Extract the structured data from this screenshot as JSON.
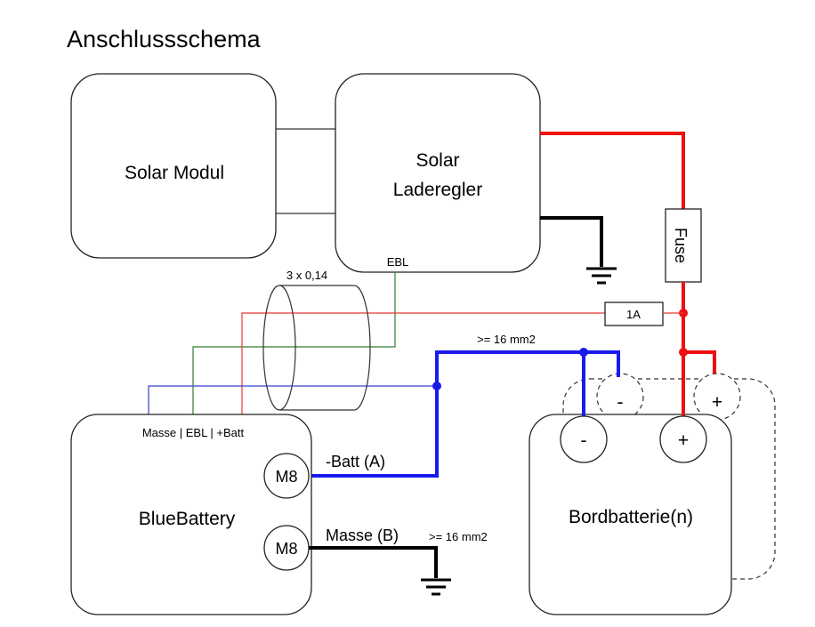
{
  "title": "Anschlussschema",
  "components": {
    "solar_modul": "Solar Modul",
    "laderegler_line1": "Solar",
    "laderegler_line2": "Laderegler",
    "ebl": "EBL",
    "bluebattery": "BlueBattery",
    "bordbatterie": "Bordbatterie(n)",
    "connector_label": "Masse | EBL | +Batt",
    "m8_top": "M8",
    "m8_bottom": "M8"
  },
  "labels": {
    "cable": "3 x 0,14",
    "fuse": "Fuse",
    "fuse_small": "1A",
    "cross_section_top": ">= 16 mm2",
    "cross_section_bottom": ">= 16 mm2",
    "neg_batt": "-Batt (A)",
    "masse": "Masse (B)",
    "terminal_minus": "-",
    "terminal_plus": "+",
    "terminal_minus_back": "-",
    "terminal_plus_back": "+"
  },
  "colors": {
    "red": "#ee1111",
    "blue": "#1a1aee",
    "black": "#000000",
    "green": "#2e7d32",
    "thin_red": "#e53935",
    "thin_blue": "#3344cc"
  }
}
